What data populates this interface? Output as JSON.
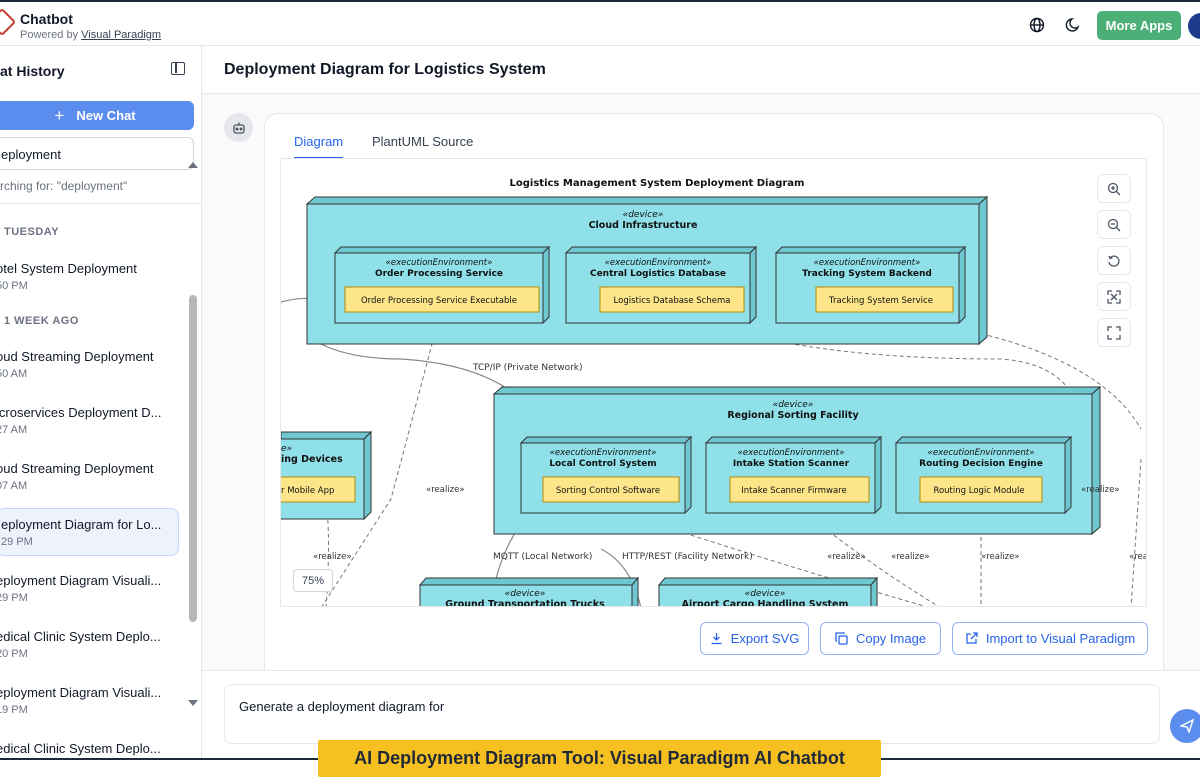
{
  "header": {
    "app_name": "Chatbot",
    "powered_prefix": "Powered by",
    "powered_link": "Visual Paradigm",
    "more_apps_label": "More Apps",
    "icons": [
      "globe-icon",
      "moon-icon"
    ]
  },
  "sidebar": {
    "title": "at History",
    "new_chat_label": "New Chat",
    "search_value": "eployment",
    "search_hint": "rching for: \"deployment\"",
    "groups": [
      {
        "label": "TUESDAY",
        "items": [
          {
            "title": "otel System Deployment",
            "time": "50 PM"
          }
        ]
      },
      {
        "label": "1 WEEK AGO",
        "items": [
          {
            "title": "oud Streaming Deployment",
            "time": "50 AM"
          },
          {
            "title": "icroservices Deployment D...",
            "time": "27 AM"
          },
          {
            "title": "oud Streaming Deployment",
            "time": "07 AM"
          },
          {
            "title": "eployment Diagram for Lo...",
            "time": "29 PM",
            "active": true
          },
          {
            "title": "eployment Diagram Visuali...",
            "time": "29 PM"
          },
          {
            "title": "edical Clinic System Deplo...",
            "time": "20 PM"
          },
          {
            "title": "eployment Diagram Visuali...",
            "time": "19 PM"
          },
          {
            "title": "edical Clinic System Deplo...",
            "time": ""
          }
        ]
      }
    ]
  },
  "main": {
    "title": "Deployment Diagram for Logistics System",
    "tabs": [
      {
        "label": "Diagram",
        "active": true
      },
      {
        "label": "PlantUML Source",
        "active": false
      }
    ],
    "zoom_level": "75%",
    "actions": {
      "export_svg": "Export SVG",
      "copy_image": "Copy Image",
      "import_vp": "Import to Visual Paradigm"
    },
    "input_value": "Generate a deployment diagram for"
  },
  "diagram": {
    "title": "Logistics Management System Deployment Diagram",
    "stereo_device": "«device»",
    "stereo_env": "«executionEnvironment»",
    "cloud": "Cloud Infrastructure",
    "order_env": "Order Processing Service",
    "order_art": "Order Processing Service Executable",
    "db_env": "Central Logistics Database",
    "db_art": "Logistics Database Schema",
    "track_env": "Tracking System Backend",
    "track_art": "Tracking System Service",
    "regional": "Regional Sorting Facility",
    "local_env": "Local Control System",
    "local_art": "Sorting Control Software",
    "intake_env": "Intake Station Scanner",
    "intake_art": "Intake Scanner Firmware",
    "routing_env": "Routing Decision Engine",
    "routing_art": "Routing Logic Module",
    "devices_partial": "ing Devices",
    "mobile_partial": "r Mobile App",
    "trucks": "Ground Transportation Trucks",
    "airport": "Airport Cargo Handling System",
    "tcpip": "TCP/IP (Private Network)",
    "mqtt": "MQTT (Local Network)",
    "http": "HTTP/REST (Facility Network)",
    "realize": "«realize»",
    "realize_cut": "«rea"
  },
  "banner": "AI Deployment Diagram Tool: Visual Paradigm AI Chatbot",
  "colors": {
    "accent": "#2563eb",
    "node": "#8fe0e9",
    "artifact": "#fde68a",
    "banner": "#f5c020",
    "more_apps": "#4caf78"
  }
}
